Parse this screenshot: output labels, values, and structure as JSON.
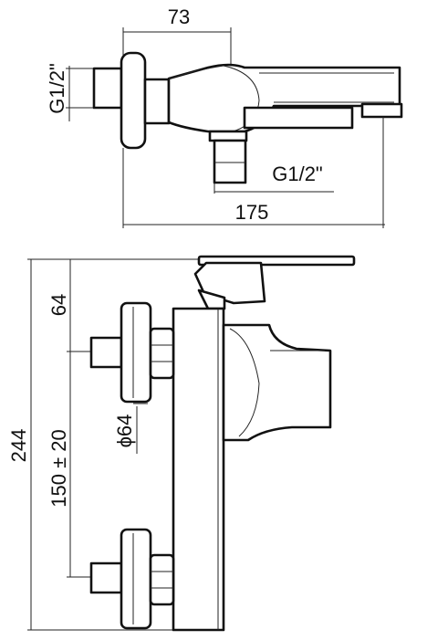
{
  "drawing": {
    "top_view": {
      "dim_width_top": "73",
      "dim_thread_left": "G1/2\"",
      "dim_thread_outlet": "G1/2\"",
      "dim_total_length": "175"
    },
    "front_view": {
      "dim_total_height": "244",
      "dim_upper_offset": "64",
      "dim_diameter": "ϕ64",
      "dim_centre_distance": "150 ± 20"
    }
  }
}
